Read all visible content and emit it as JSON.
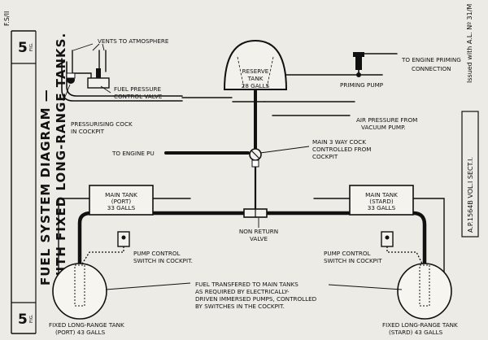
{
  "corner_ref": "F.S/II",
  "fig_number": "5",
  "fig_label": "FIG.",
  "title_line1": "FUEL SYSTEM DIAGRAM —",
  "title_line2": "WITH FIXED LONG-RANGE TANKS.",
  "issued_note": "Issued with A.L. Nº 31/M",
  "publication_ref": "A.P.1564B VOL.I SECT.I.",
  "labels": {
    "vents": "VENTS TO ATMOSPHERE",
    "fuel_pressure_1": "FUEL PRESSURE",
    "fuel_pressure_2": "CONTROL VALVE",
    "pressurising_1": "PRESSURISING COCK",
    "pressurising_2": "IN COCKPIT",
    "reserve_1": "RESERVE",
    "reserve_2": "TANK",
    "reserve_3": "28 GALLS",
    "priming_pump": "PRIMING PUMP",
    "engine_priming_1": "TO ENGINE PRIMING",
    "engine_priming_2": "CONNECTION",
    "air_pressure_1": "AIR PRESSURE FROM",
    "air_pressure_2": "VACUUM PUMP.",
    "engine_pu": "TO ENGINE PU",
    "three_way_1": "MAIN 3 WAY COCK",
    "three_way_2": "CONTROLLED FROM",
    "three_way_3": "COCKPIT",
    "main_port_1": "MAIN TANK",
    "main_port_2": "(PORT)",
    "main_port_3": "33 GALLS",
    "main_stbd_1": "MAIN TANK",
    "main_stbd_2": "(STARD)",
    "main_stbd_3": "33 GALLS",
    "non_return_1": "NON RETURN",
    "non_return_2": "VALVE",
    "pump_port_1": "PUMP CONTROL",
    "pump_port_2": "SWITCH IN COCKPIT.",
    "pump_stbd_1": "PUMP CONTROL",
    "pump_stbd_2": "SWITCH IN COCKPIT",
    "fuel_transfer_1": "FUEL TRANSFERED TO MAIN TANKS",
    "fuel_transfer_2": "AS REQUIRED BY ELECTRICALLY-",
    "fuel_transfer_3": "DRIVEN IMMERSED PUMPS, CONTROLLED",
    "fuel_transfer_4": "BY SWITCHES IN THE COCKPIT.",
    "lr_port_1": "FIXED LONG-RANGE TANK",
    "lr_port_2": "(PORT) 43 GALLS",
    "lr_stbd_1": "FIXED LONG-RANGE TANK",
    "lr_stbd_2": "(STARD) 43 GALLS"
  }
}
